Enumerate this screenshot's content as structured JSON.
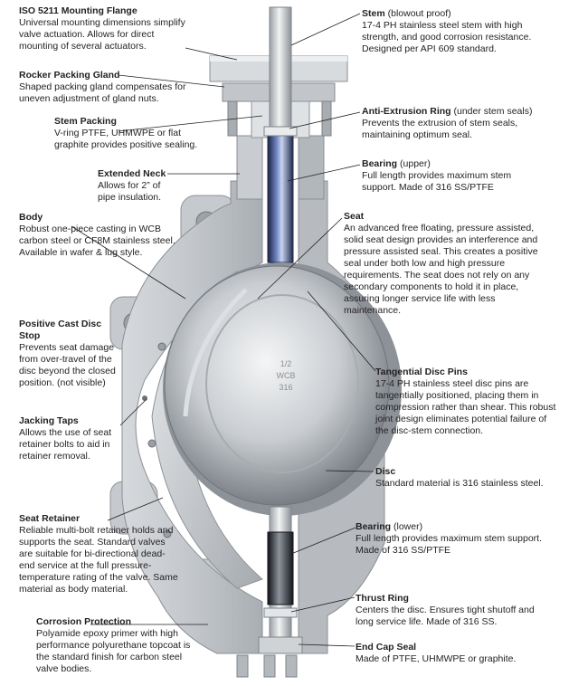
{
  "callouts": {
    "iso_flange": {
      "title": "ISO 5211 Mounting Flange",
      "desc": "Universal mounting dimensions simplify valve actuation. Allows for direct mounting of several actuators."
    },
    "rocker_gland": {
      "title": "Rocker Packing Gland",
      "desc": "Shaped packing gland compensates for uneven adjustment of gland nuts."
    },
    "stem_packing": {
      "title": "Stem Packing",
      "desc": "V-ring PTFE, UHMWPE or flat graphite provides positive sealing."
    },
    "extended_neck": {
      "title": "Extended Neck",
      "desc": "Allows for 2” of pipe insulation."
    },
    "body": {
      "title": "Body",
      "desc": "Robust one-piece casting in WCB carbon steel or CF8M stainless steel. Available in wafer & lug style."
    },
    "positive_stop": {
      "title": "Positive Cast Disc Stop",
      "desc": "Prevents seat damage from over-travel of the disc beyond the closed position. (not visible)"
    },
    "jacking_taps": {
      "title": "Jacking Taps",
      "desc": "Allows the use of seat retainer bolts to aid in retainer removal."
    },
    "seat_retainer": {
      "title": "Seat Retainer",
      "desc": "Reliable multi-bolt retainer holds and supports the seat.  Standard valves are suitable for bi-directional dead-end service at the full pressure-temperature rating of the valve. Same material as body material."
    },
    "corrosion": {
      "title": "Corrosion Protection",
      "desc": "Polyamide epoxy primer with high performance polyurethane topcoat is the standard finish for carbon steel valve bodies."
    },
    "stem": {
      "title": "Stem",
      "sub": "(blowout proof)",
      "desc": "17-4 PH stainless steel stem with high strength, and good corrosion resistance.  Designed per API 609 standard."
    },
    "anti_extrusion": {
      "title": "Anti-Extrusion Ring",
      "sub": "(under stem seals)",
      "desc": "Prevents the extrusion of stem seals, maintaining optimum seal."
    },
    "bearing_upper": {
      "title": "Bearing",
      "sub": "(upper)",
      "desc": "Full length provides maximum stem support. Made of 316 SS/PTFE"
    },
    "seat": {
      "title": "Seat",
      "desc": "An advanced free floating, pressure assisted, solid seat design provides an interference and pressure assisted seal. This creates a positive seal under both low and high pressure requirements. The seat does not rely on any secondary components to hold it in place, assuring longer service life with less maintenance."
    },
    "tangential_pins": {
      "title": "Tangential Disc Pins",
      "desc": "17-4 PH stainless steel disc pins are tangentially positioned, placing them in compression rather than shear.  This robust joint design eliminates potential failure of the disc-stem connection."
    },
    "disc": {
      "title": "Disc",
      "desc": "Standard material is 316 stainless steel."
    },
    "bearing_lower": {
      "title": "Bearing",
      "sub": "(lower)",
      "desc": "Full length provides maximum stem support. Made of 316 SS/PTFE"
    },
    "thrust_ring": {
      "title": "Thrust Ring",
      "desc": "Centers the disc.  Ensures tight shutoff and long service life.  Made of 316 SS."
    },
    "end_cap": {
      "title": "End Cap Seal",
      "desc": "Made of PTFE, UHMWPE or graphite."
    }
  },
  "disc_markings": [
    "1/2",
    "WCB",
    "316"
  ],
  "colors": {
    "text": "#231f20",
    "leader": "#231f20",
    "steel_light": "#e4e6e8",
    "steel_mid": "#b9bdc1",
    "steel_dark": "#7d8287",
    "bearing_blue": "#2b3a6b"
  }
}
